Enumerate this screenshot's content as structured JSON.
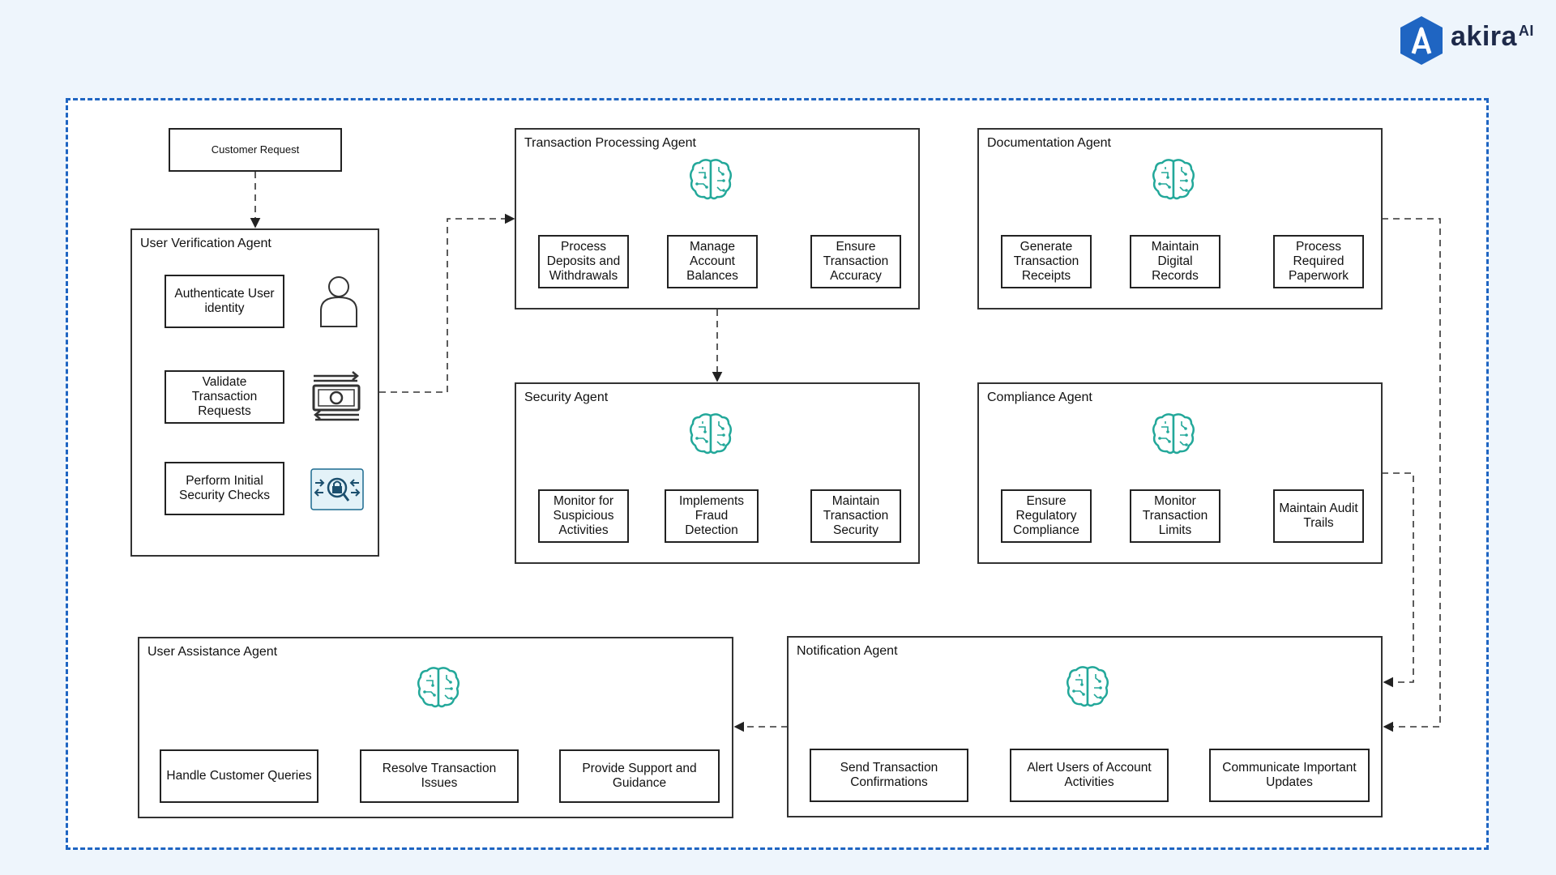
{
  "brand": {
    "name": "akira",
    "suffix": "AI",
    "color": "#1f65c2"
  },
  "customer_request": "Customer Request",
  "user_verification": {
    "title": "User Verification Agent",
    "tasks": [
      "Authenticate User identity",
      "Validate Transaction Requests",
      "Perform Initial Security Checks"
    ]
  },
  "transaction_processing": {
    "title": "Transaction Processing Agent",
    "tasks": [
      "Process Deposits and Withdrawals",
      "Manage Account Balances",
      "Ensure Transaction Accuracy"
    ]
  },
  "documentation": {
    "title": "Documentation Agent",
    "tasks": [
      "Generate Transaction Receipts",
      "Maintain Digital Records",
      "Process Required Paperwork"
    ]
  },
  "security": {
    "title": "Security Agent",
    "tasks": [
      "Monitor for Suspicious Activities",
      "Implements Fraud Detection",
      "Maintain Transaction Security"
    ]
  },
  "compliance": {
    "title": "Compliance Agent",
    "tasks": [
      "Ensure Regulatory Compliance",
      "Monitor Transaction Limits",
      "Maintain Audit Trails"
    ]
  },
  "user_assistance": {
    "title": "User Assistance Agent",
    "tasks": [
      "Handle Customer Queries",
      "Resolve Transaction Issues",
      "Provide Support and Guidance"
    ]
  },
  "notification": {
    "title": "Notification Agent",
    "tasks": [
      "Send Transaction Confirmations",
      "Alert Users of Account Activities",
      "Communicate Important Updates"
    ]
  },
  "colors": {
    "brain": "#23a89a",
    "frame": "#1f65c2",
    "line": "#333333"
  },
  "icons": [
    "user-icon",
    "money-transfer-icon",
    "security-scan-icon",
    "brain-icon"
  ]
}
